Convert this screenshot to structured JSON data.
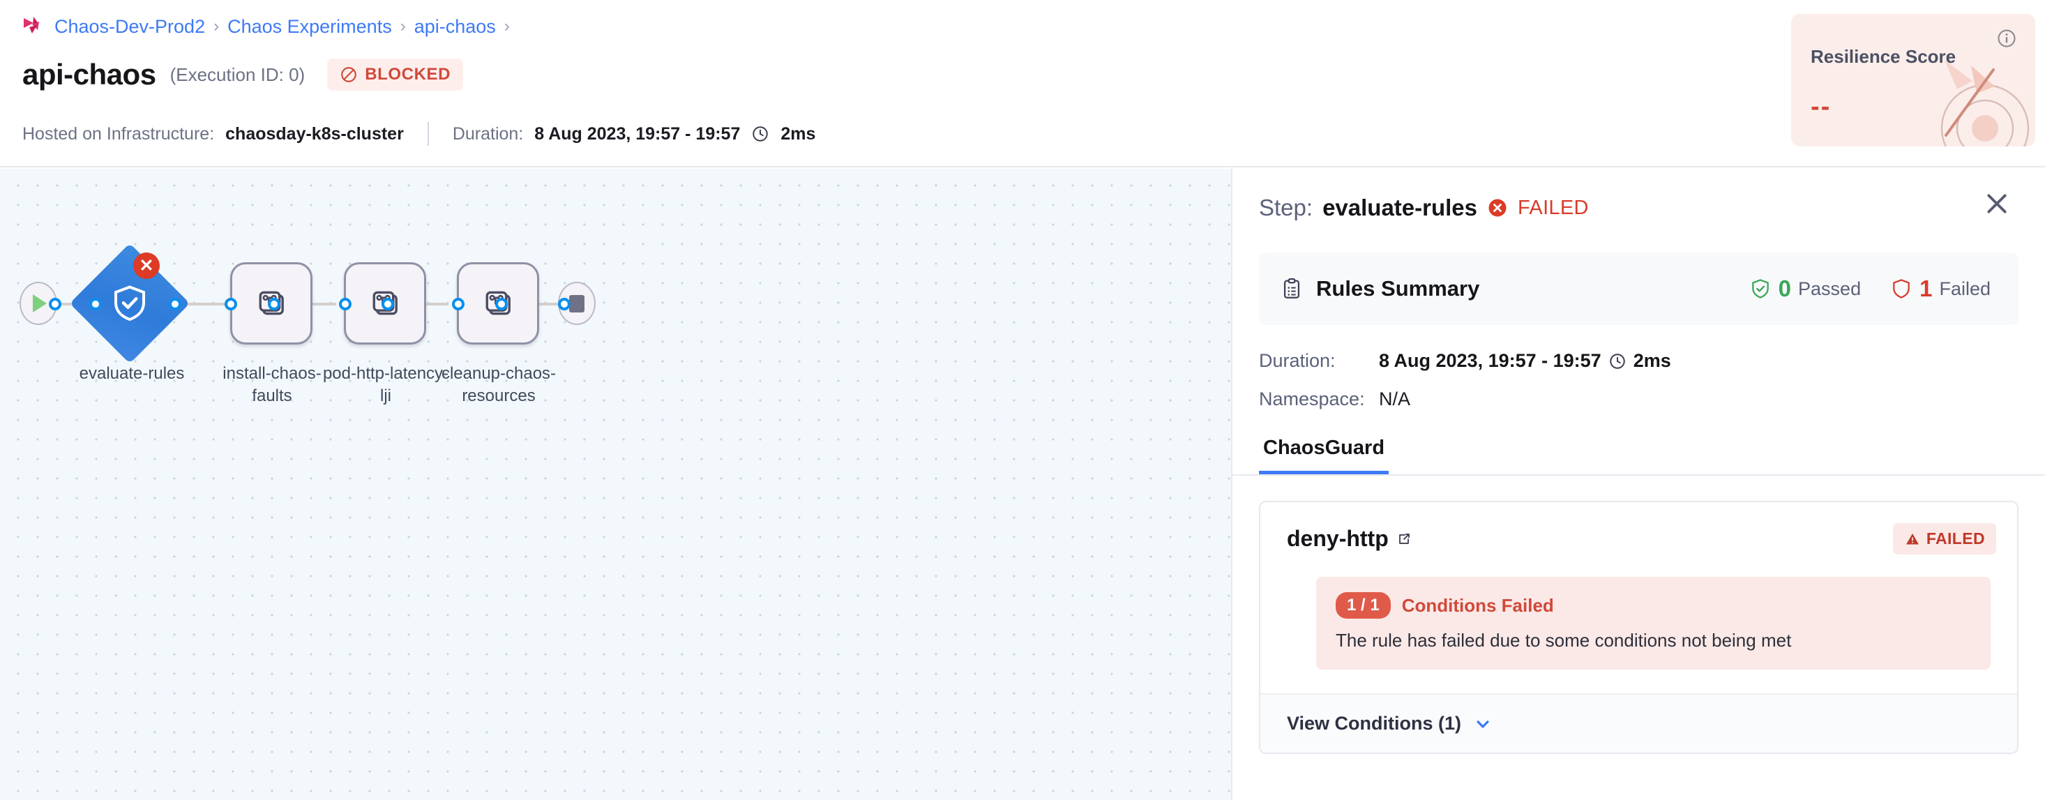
{
  "breadcrumb": {
    "logo_icon": "harness-chaos-logo-icon",
    "items": [
      "Chaos-Dev-Prod2",
      "Chaos Experiments",
      "api-chaos"
    ],
    "separator": "›",
    "trailing_separator": "›"
  },
  "header": {
    "title": "api-chaos",
    "execution_id": "(Execution ID: 0)",
    "status_badge": {
      "label": "BLOCKED",
      "icon": "blocked-circle-icon",
      "color": "#d0493a",
      "bg": "#fdeeec"
    },
    "meta": {
      "infra_key": "Hosted on Infrastructure:",
      "infra_value": "chaosday-k8s-cluster",
      "duration_key": "Duration:",
      "duration_value": "8 Aug 2023, 19:57 - 19:57",
      "duration_icon": "clock-icon",
      "duration_ms": "2ms"
    }
  },
  "resilience": {
    "title": "Resilience Score",
    "value": "--",
    "info_icon": "info-circle-icon",
    "art_icon": "target-dartboard-arrow-icon",
    "bg": "#fbeeea",
    "value_color": "#d0493a"
  },
  "canvas": {
    "start_node": {
      "name": "start-node",
      "icon": "play-icon",
      "color": "#7ed07e"
    },
    "end_node": {
      "name": "end-node",
      "icon": "stop-square-icon",
      "color": "#6f7285"
    },
    "nodes": [
      {
        "label": "evaluate-rules",
        "type": "diamond",
        "icon": "shield-check-icon",
        "status": "failed",
        "status_icon": "x-circle-icon",
        "color": "#3380dd"
      },
      {
        "label": "install-chaos-faults",
        "type": "step",
        "icon": "chaos-fault-stack-icon",
        "status": "none"
      },
      {
        "label": "pod-http-latency-lji",
        "type": "step",
        "icon": "chaos-fault-stack-icon",
        "status": "none"
      },
      {
        "label": "cleanup-chaos-resources",
        "type": "step",
        "icon": "chaos-fault-stack-icon",
        "status": "none"
      }
    ]
  },
  "panel": {
    "step_prefix": "Step:",
    "step_name": "evaluate-rules",
    "step_status": "FAILED",
    "step_status_icon": "x-circle-icon",
    "close_icon": "close-icon",
    "rules_summary": {
      "icon": "clipboard-list-icon",
      "title": "Rules Summary",
      "passed_icon": "shield-check-icon",
      "passed_count": "0",
      "passed_label": "Passed",
      "failed_icon": "shield-outline-icon",
      "failed_count": "1",
      "failed_label": "Failed"
    },
    "details": [
      {
        "key": "Duration:",
        "value": "8 Aug 2023, 19:57 - 19:57",
        "icon": "clock-icon",
        "suffix": "2ms"
      },
      {
        "key": "Namespace:",
        "value": "N/A"
      }
    ],
    "tabs": [
      {
        "label": "ChaosGuard",
        "active": true
      }
    ],
    "rule": {
      "name": "deny-http",
      "external_link_icon": "external-link-icon",
      "status_badge": {
        "label": "FAILED",
        "icon": "warning-triangle-icon"
      },
      "condition_alert": {
        "pill": "1 / 1",
        "title": "Conditions Failed",
        "description": "The rule has failed due to some conditions not being met"
      },
      "view_conditions": {
        "label": "View Conditions (1)",
        "chevron_icon": "chevron-down-icon"
      }
    }
  },
  "colors": {
    "accent_blue": "#3d7af5",
    "danger": "#d93b2b",
    "success": "#3aa757",
    "port_blue": "#0a8fee"
  }
}
